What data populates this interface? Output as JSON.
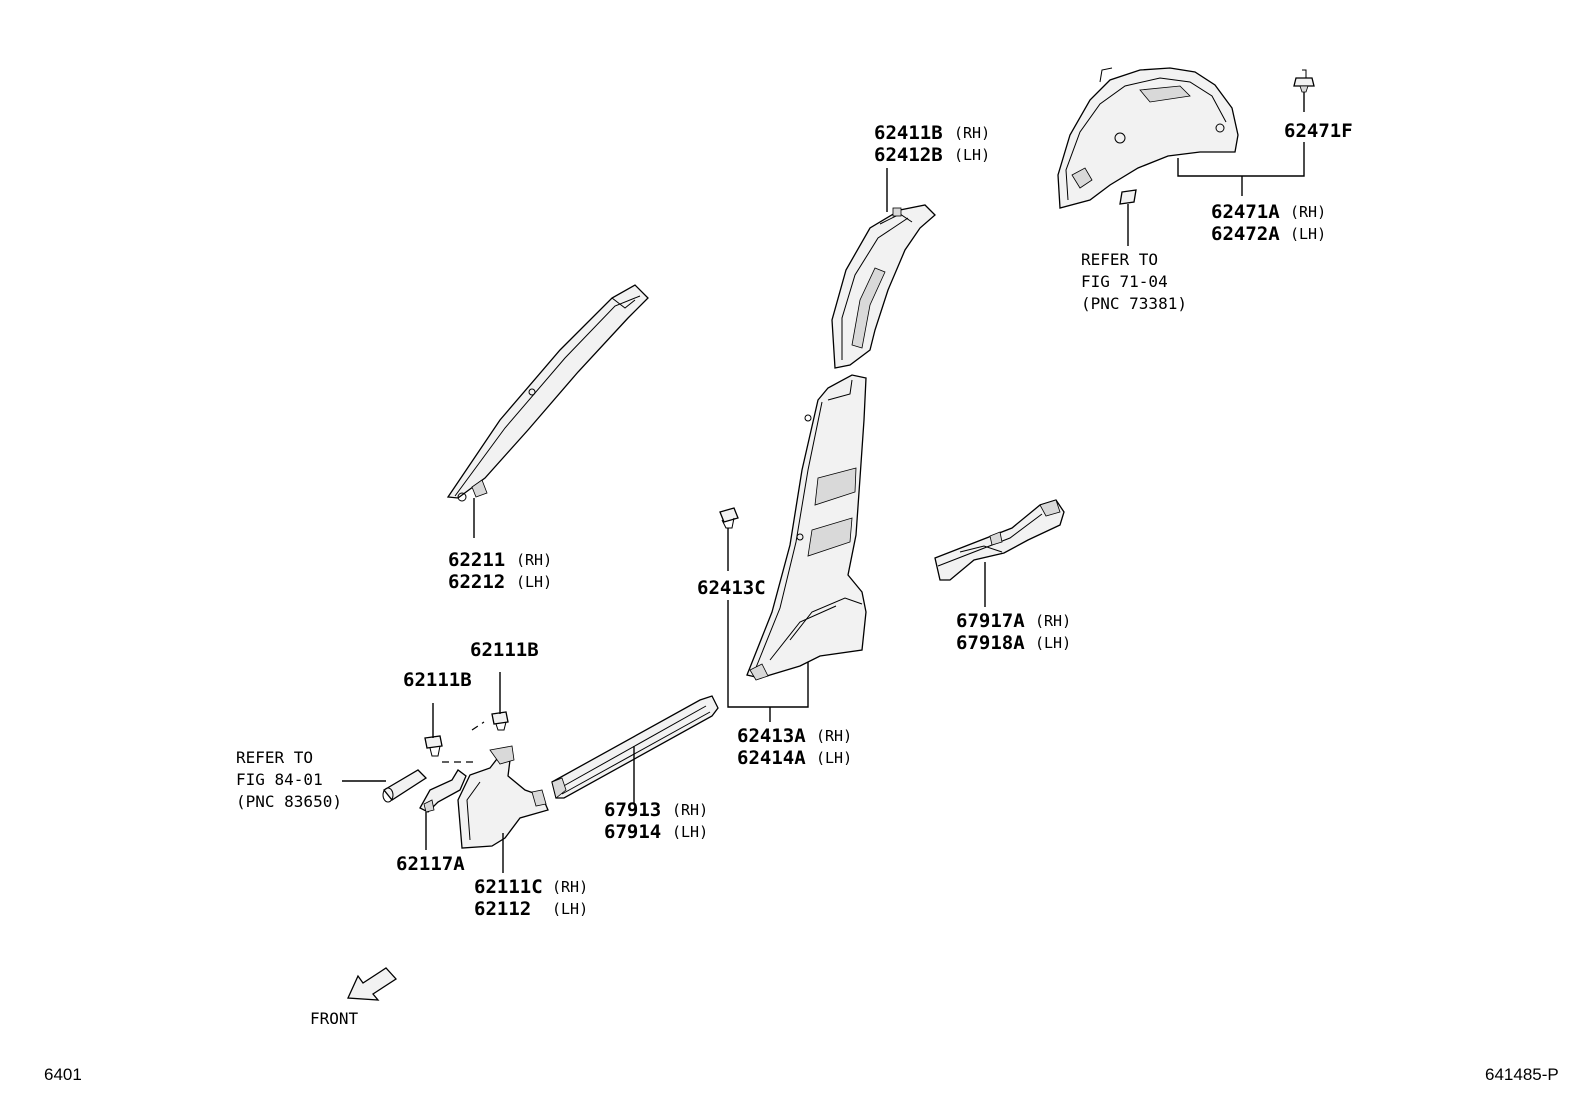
{
  "parts": {
    "p62211": {
      "num": "62211",
      "side": "(RH)"
    },
    "p62212": {
      "num": "62212",
      "side": "(LH)"
    },
    "p62411B": {
      "num": "62411B",
      "side": "(RH)"
    },
    "p62412B": {
      "num": "62412B",
      "side": "(LH)"
    },
    "p62471F": {
      "num": "62471F"
    },
    "p62471A": {
      "num": "62471A",
      "side": "(RH)"
    },
    "p62472A": {
      "num": "62472A",
      "side": "(LH)"
    },
    "p62413C": {
      "num": "62413C"
    },
    "p62413A": {
      "num": "62413A",
      "side": "(RH)"
    },
    "p62414A": {
      "num": "62414A",
      "side": "(LH)"
    },
    "p67917A": {
      "num": "67917A",
      "side": "(RH)"
    },
    "p67918A": {
      "num": "67918A",
      "side": "(LH)"
    },
    "p67913": {
      "num": "67913",
      "side": "(RH)"
    },
    "p67914": {
      "num": "67914",
      "side": "(LH)"
    },
    "p62111B_top": {
      "num": "62111B"
    },
    "p62111B_left": {
      "num": "62111B"
    },
    "p62117A": {
      "num": "62117A"
    },
    "p62111C": {
      "num": "62111C",
      "side": "(RH)"
    },
    "p62112": {
      "num": "62112",
      "side": "(LH)"
    }
  },
  "refs": {
    "ref_fig71": {
      "line1": "REFER TO",
      "line2": "FIG 71-04",
      "line3": "(PNC 73381)"
    },
    "ref_fig84": {
      "line1": "REFER TO",
      "line2": "FIG 84-01",
      "line3": "(PNC 83650)"
    }
  },
  "front_label": "FRONT",
  "footer": {
    "page_code": "6401",
    "drawing_id": "641485-P"
  }
}
